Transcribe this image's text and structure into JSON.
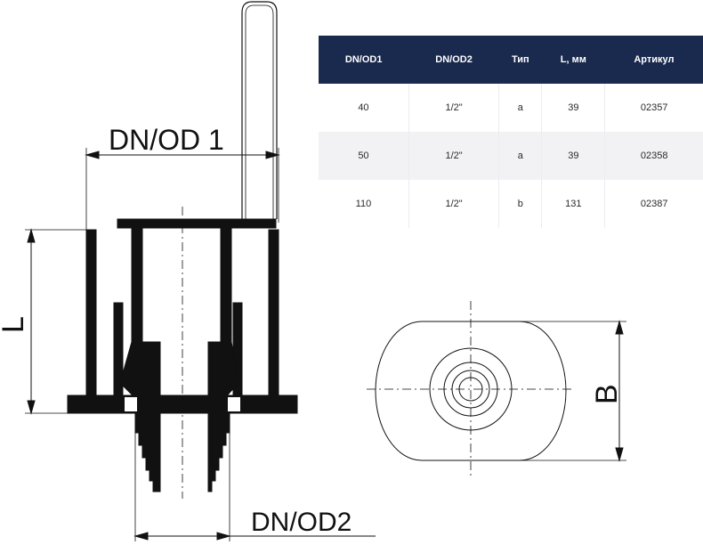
{
  "labels": {
    "dn_od1": "DN/OD 1",
    "dn_od2": "DN/OD2",
    "length": "L",
    "width": "B"
  },
  "table": {
    "headers": [
      "DN/OD1",
      "DN/OD2",
      "Тип",
      "L, мм",
      "Артикул"
    ],
    "rows": [
      [
        "40",
        "1/2\"",
        "a",
        "39",
        "02357"
      ],
      [
        "50",
        "1/2\"",
        "a",
        "39",
        "02358"
      ],
      [
        "110",
        "1/2\"",
        "b",
        "131",
        "02387"
      ]
    ]
  },
  "colors": {
    "header_bg": "#1a2a4e",
    "header_text": "#ffffff",
    "row_shade": "#f2f2f5",
    "drawing_ink": "#111111"
  }
}
